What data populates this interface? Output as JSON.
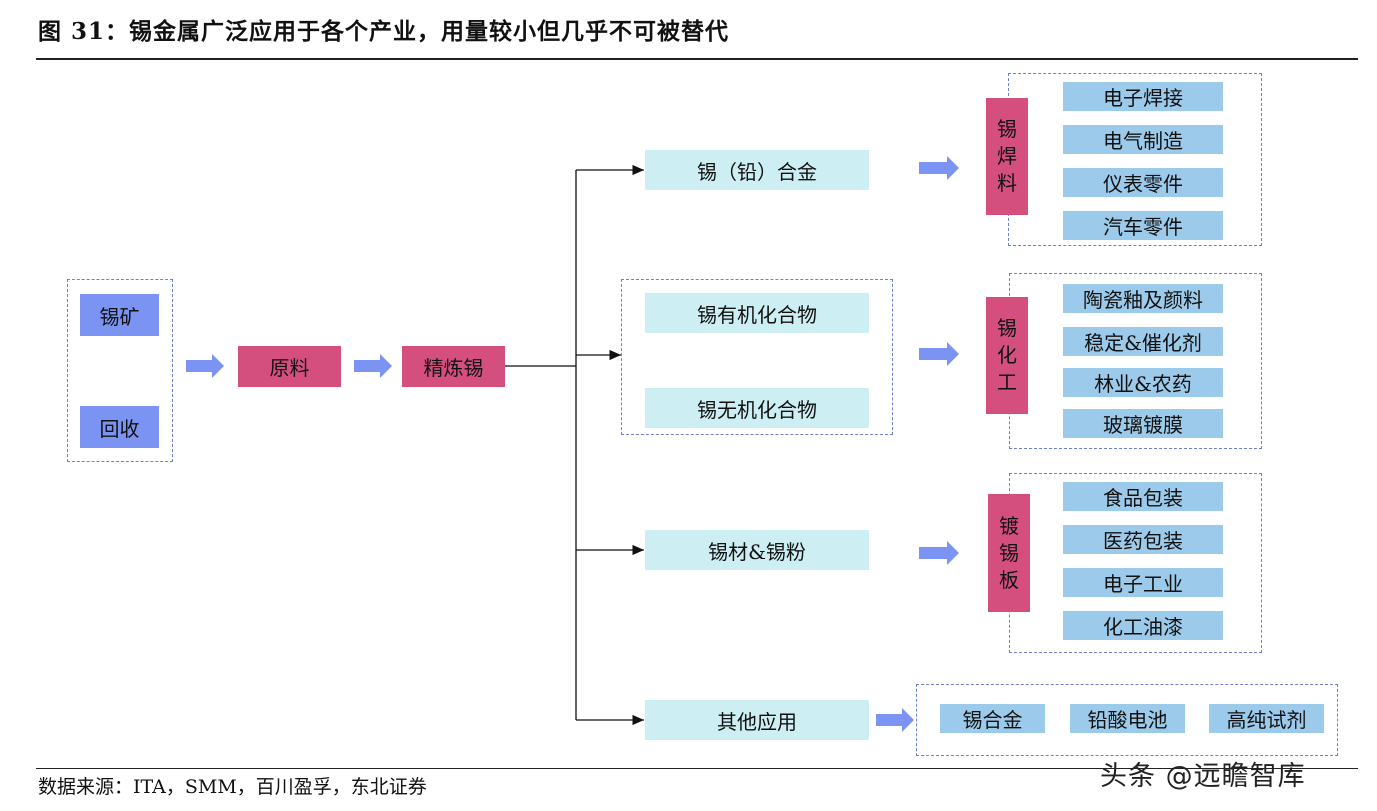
{
  "title": "图 31：锡金属广泛应用于各个产业，用量较小但几乎不可被替代",
  "source": "数据来源：ITA，SMM，百川盈孚，东北证券",
  "watermark": "头条 @远瞻智库",
  "sources": {
    "tin_ore": "锡矿",
    "recycle": "回收"
  },
  "raw": "原料",
  "refined": "精炼锡",
  "branches": {
    "alloy": "锡（铅）合金",
    "organic": "锡有机化合物",
    "inorganic": "锡无机化合物",
    "material": "锡材&锡粉",
    "other": "其他应用"
  },
  "categories": {
    "solder": [
      "锡",
      "焊",
      "料"
    ],
    "chemical": [
      "锡",
      "化",
      "工"
    ],
    "plating": [
      "镀",
      "锡",
      "板"
    ]
  },
  "uses": {
    "solder": [
      "电子焊接",
      "电气制造",
      "仪表零件",
      "汽车零件"
    ],
    "chemical": [
      "陶瓷釉及颜料",
      "稳定&催化剂",
      "林业&农药",
      "玻璃镀膜"
    ],
    "plating": [
      "食品包装",
      "医药包装",
      "电子工业",
      "化工油漆"
    ],
    "other": [
      "锡合金",
      "铅酸电池",
      "高纯试剂"
    ]
  },
  "colors": {
    "source_box": "#7b93f2",
    "process_box": "#d44f7d",
    "branch_box": "#cdeef2",
    "use_box": "#9ccaea",
    "arrow": "#7b93f2"
  }
}
